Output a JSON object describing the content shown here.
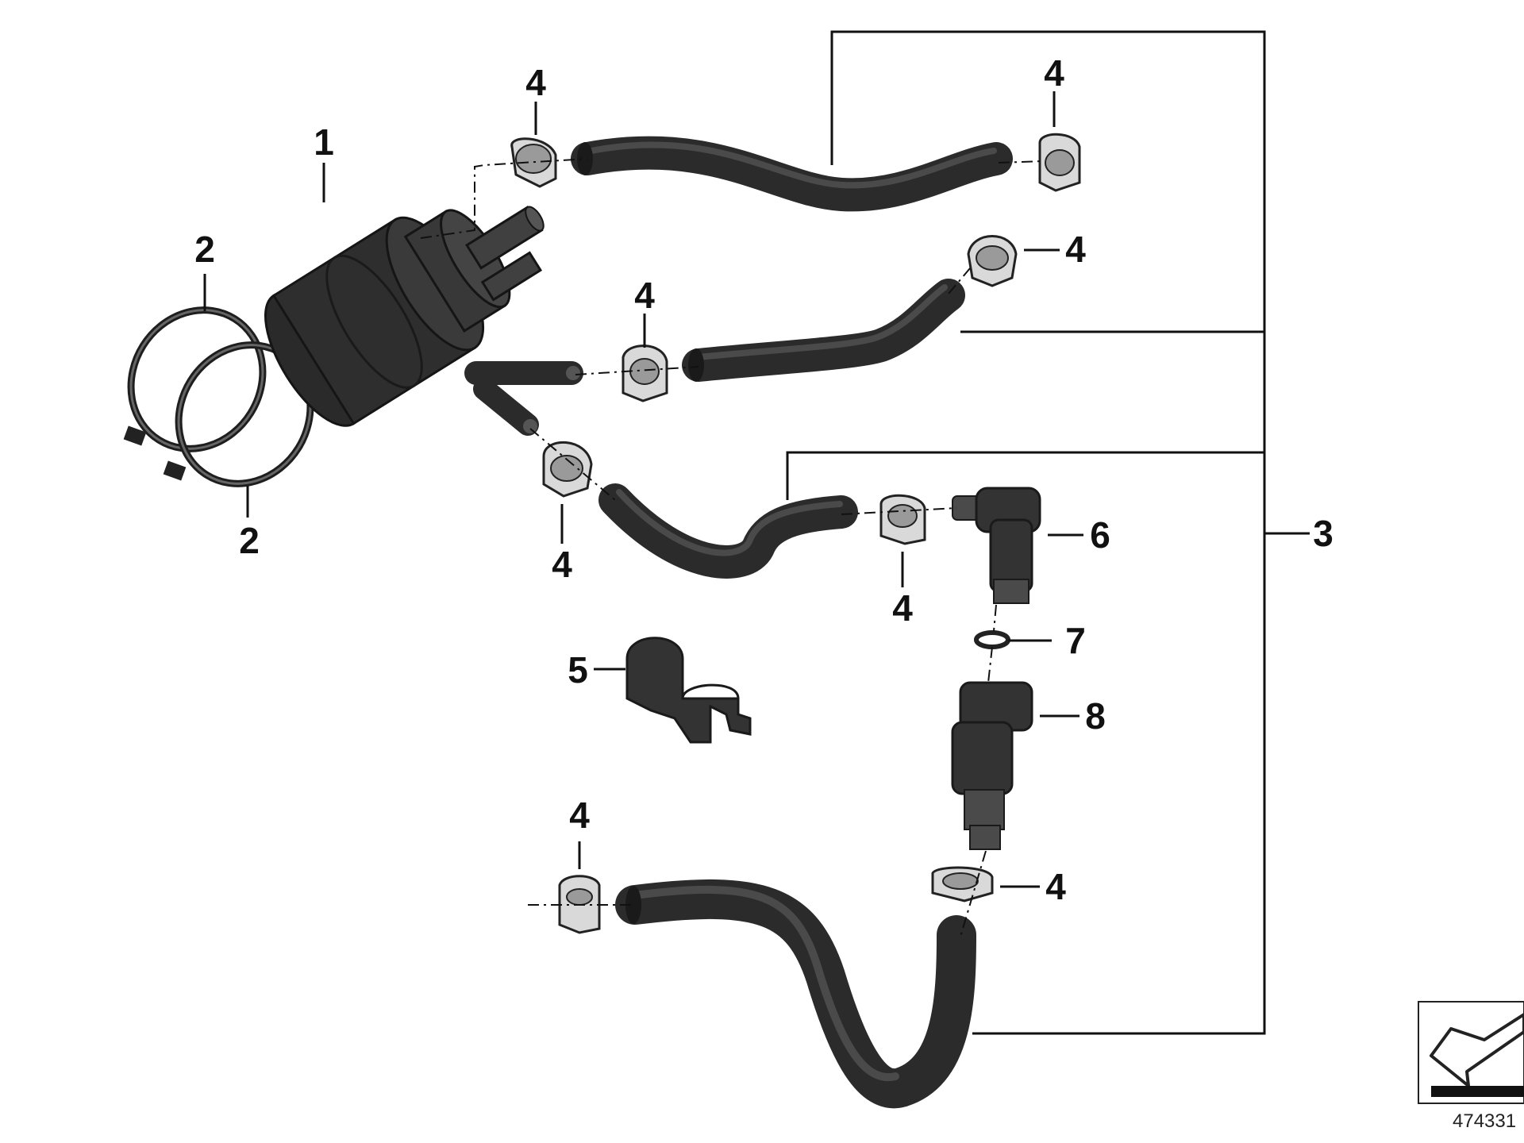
{
  "diagram": {
    "callouts": {
      "pump": "1",
      "band_clamp_upper": "2",
      "band_clamp_lower": "2",
      "hose_set": "3",
      "clamp_top_left": "4",
      "clamp_top_right": "4",
      "clamp_mid_right": "4",
      "clamp_mid_left": "4",
      "clamp_low_left": "4",
      "clamp_low_mid": "4",
      "clamp_bottom_left": "4",
      "clamp_bottom_right": "4",
      "holder": "5",
      "elbow_connector": "6",
      "seal_ring": "7",
      "coupling": "8"
    },
    "reference_number": "474331"
  }
}
